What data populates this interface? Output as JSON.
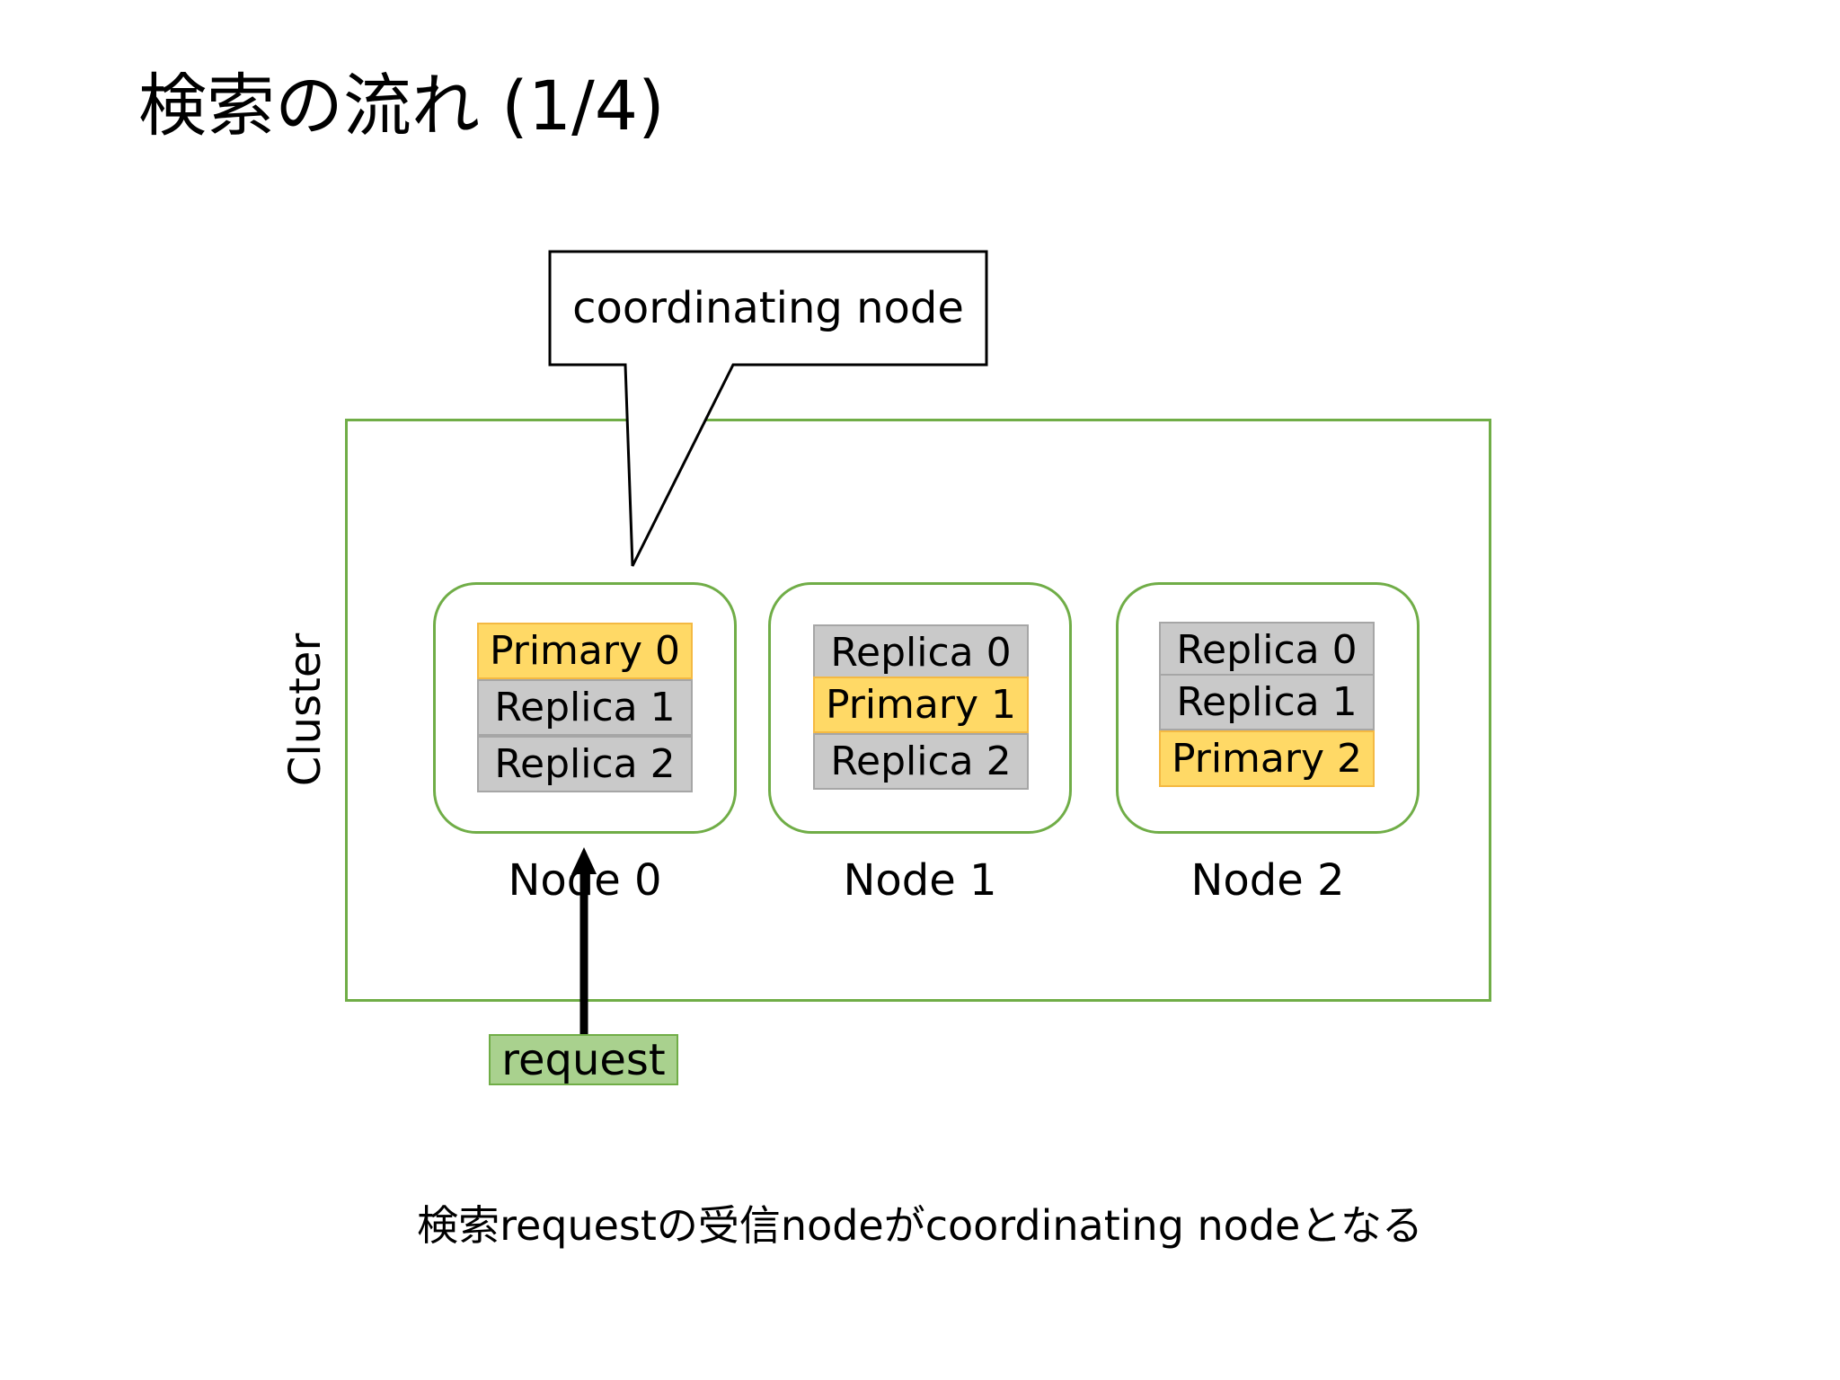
{
  "title": "検索の流れ (1/4)",
  "cluster_label": "Cluster",
  "callout_label": "coordinating node",
  "request_label": "request",
  "caption": "検索requestの受信nodeがcoordinating nodeとなる",
  "colors": {
    "primary_fill": "#ffd966",
    "replica_fill": "#c9c9c9",
    "cluster_border": "#70ad47",
    "request_fill": "#a9d18e"
  },
  "nodes": [
    {
      "label": "Node 0",
      "shards": [
        {
          "label": "Primary 0",
          "kind": "primary"
        },
        {
          "label": "Replica 1",
          "kind": "replica"
        },
        {
          "label": "Replica 2",
          "kind": "replica"
        }
      ]
    },
    {
      "label": "Node 1",
      "shards": [
        {
          "label": "Replica 0",
          "kind": "replica"
        },
        {
          "label": "Primary 1",
          "kind": "primary"
        },
        {
          "label": "Replica 2",
          "kind": "replica"
        }
      ]
    },
    {
      "label": "Node 2",
      "shards": [
        {
          "label": "Replica 0",
          "kind": "replica"
        },
        {
          "label": "Replica 1",
          "kind": "replica"
        },
        {
          "label": "Primary 2",
          "kind": "primary"
        }
      ]
    }
  ]
}
